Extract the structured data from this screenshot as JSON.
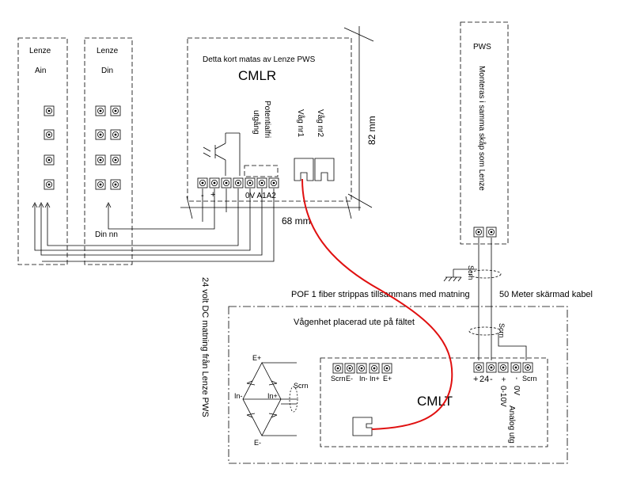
{
  "lenze_ain": {
    "title": "Lenze",
    "subtitle": "Ain"
  },
  "lenze_din": {
    "title": "Lenze",
    "subtitle": "Din",
    "din_label": "Din nn"
  },
  "cmlr": {
    "feed_note": "Detta kort matas av Lenze PWS",
    "name": "CMLR",
    "potential_free_label_1": "Potentialfri",
    "potential_free_label_2": "utgång",
    "scale_1": "Våg nr1",
    "scale_2": "Våg nr2",
    "minus": "-",
    "plus": "+",
    "terminals_label": "0V A1A2",
    "height_dim": "82 mm",
    "width_dim": "68 mm"
  },
  "pws": {
    "title": "PWS",
    "mount_note": "Monteras i samma skåp som Lenze"
  },
  "notes": {
    "supply": "24 volt DC matning från Lenze PWS",
    "pof": "POF 1 fiber strippas tillsammans med matning",
    "cable": "50 Meter skärmad kabel",
    "scrn_1": "Scrn",
    "scrn_2": "Scrn"
  },
  "field_unit": {
    "title": "Vågenhet placerad ute på fältet",
    "bridge_e_plus": "E+",
    "bridge_e_minus": "E-",
    "bridge_in_minus": "In-",
    "bridge_in_plus": "In+",
    "bridge_scrn": "Scrn"
  },
  "cmlt": {
    "name": "CMLT",
    "left_terminals": [
      "Scrn",
      "E-",
      "In-",
      "In+",
      "E+"
    ],
    "right_plus": "+",
    "right_24": "24",
    "right_minus": "-",
    "analog_plus": "+",
    "analog_range": "0-10V",
    "analog_minus": "-",
    "analog_zero": "0V",
    "analog_label": "Analog utg",
    "right_scrn": "Scrn"
  },
  "colors": {
    "fiber": "#e01010",
    "line": "#000000"
  }
}
